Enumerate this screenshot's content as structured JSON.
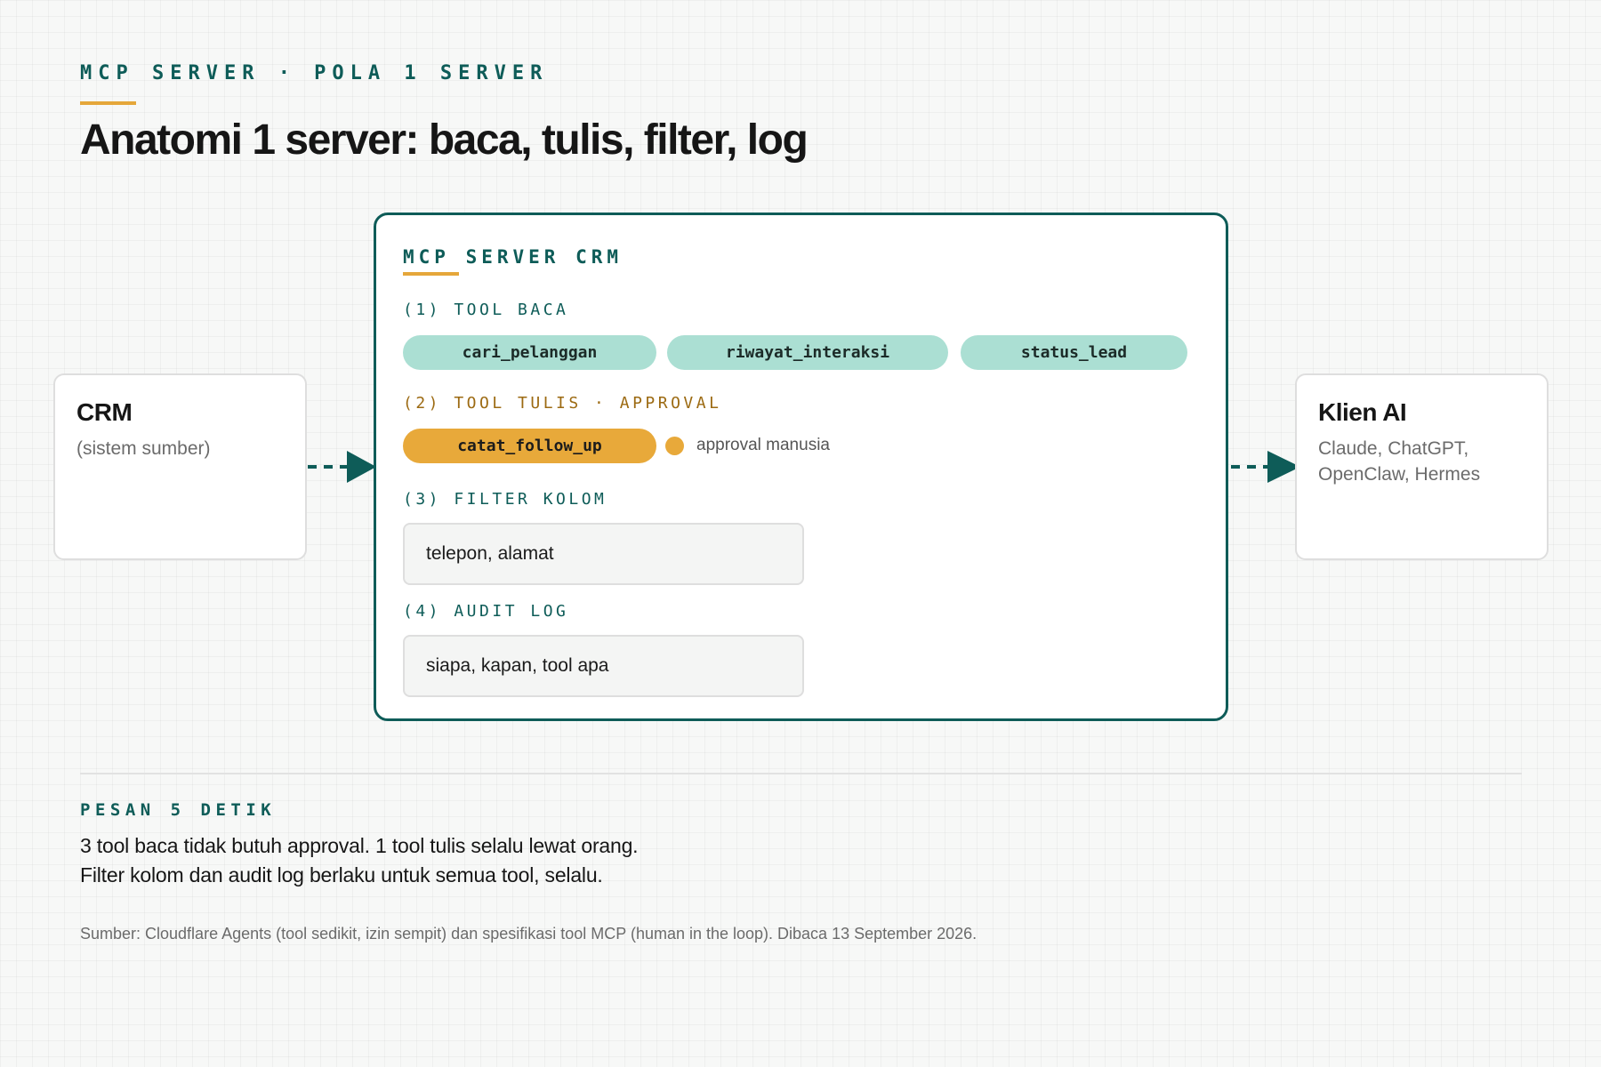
{
  "header": {
    "eyebrow": "MCP SERVER · POLA 1 SERVER",
    "title": "Anatomi 1 server: baca, tulis, filter, log"
  },
  "crm": {
    "title": "CRM",
    "subtitle": "(sistem sumber)"
  },
  "client": {
    "title": "Klien AI",
    "subtitle": "Claude, ChatGPT, OpenClaw, Hermes"
  },
  "server": {
    "title": "MCP SERVER CRM",
    "read_tools": {
      "label": "(1) TOOL BACA",
      "tools": [
        "cari_pelanggan",
        "riwayat_interaksi",
        "status_lead"
      ]
    },
    "write_tools": {
      "label": "(2) TOOL TULIS · APPROVAL",
      "tools": [
        "catat_follow_up"
      ],
      "note": "approval manusia"
    },
    "filter": {
      "label": "(3) FILTER KOLOM",
      "value": "telepon, alamat"
    },
    "audit": {
      "label": "(4) AUDIT LOG",
      "value": "siapa, kapan, tool apa"
    }
  },
  "message": {
    "label": "PESAN 5 DETIK",
    "line1": "3 tool baca tidak butuh approval. 1 tool tulis selalu lewat orang.",
    "line2": "Filter kolom dan audit log berlaku untuk semua tool, selalu."
  },
  "source": "Sumber: Cloudflare Agents (tool sedikit, izin sempit) dan spesifikasi tool MCP (human in the loop). Dibaca 13 September 2026.",
  "colors": {
    "teal": "#0e5c58",
    "gold": "#e5a73a",
    "mint": "#abdfd3"
  }
}
